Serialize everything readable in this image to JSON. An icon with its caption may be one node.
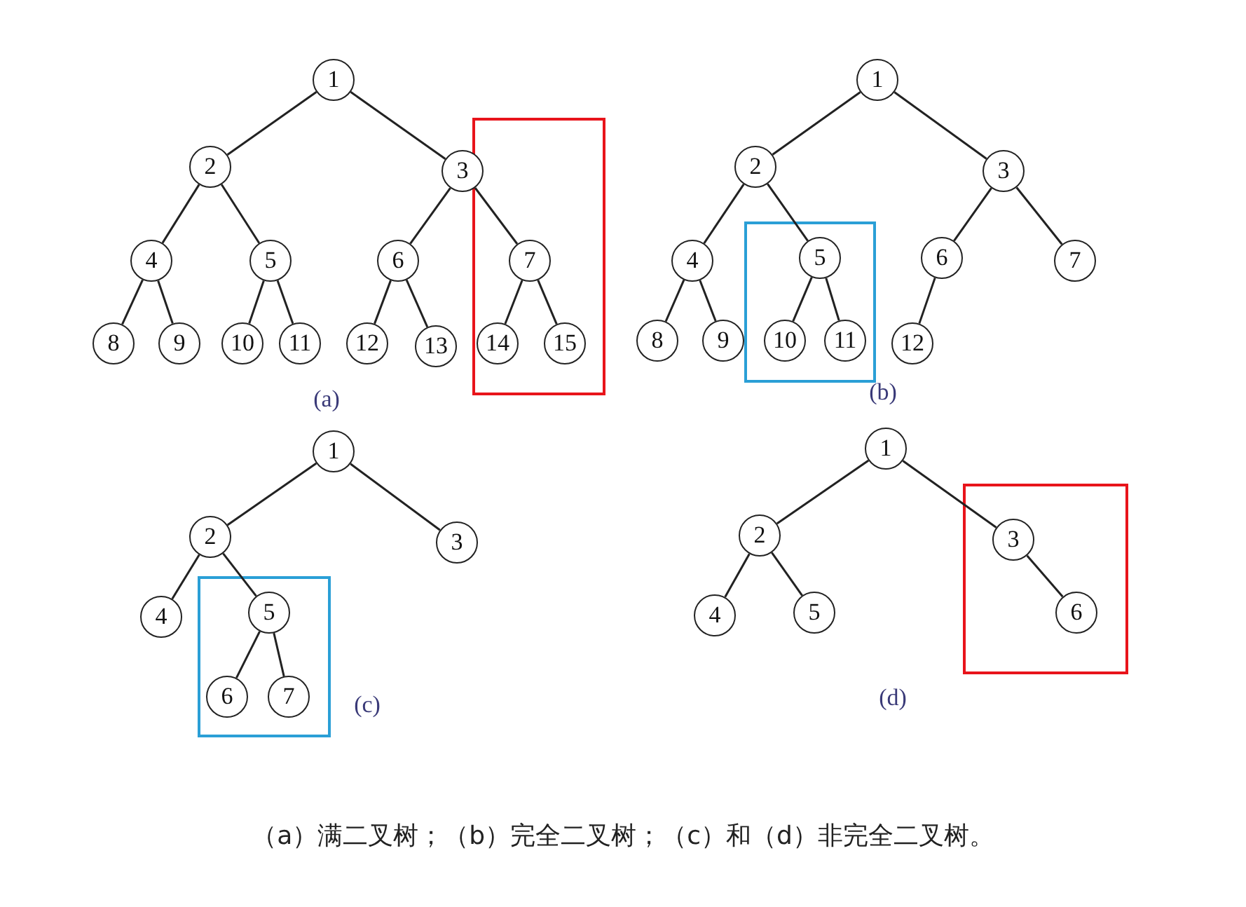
{
  "diagram": {
    "caption": "（a）满二叉树；（b）完全二叉树；（c）和（d）非完全二叉树。",
    "nodes": [
      {
        "text": [
          "1"
        ]
      },
      {
        "text": [
          "2"
        ]
      },
      {
        "text": [
          "3"
        ]
      },
      {
        "text": [
          "4"
        ]
      },
      {
        "text": [
          "5"
        ]
      },
      {
        "text": [
          "6"
        ]
      },
      {
        "text": [
          "7"
        ]
      },
      {
        "text": [
          "8"
        ]
      },
      {
        "text": [
          "9"
        ]
      },
      {
        "text": [
          "10"
        ]
      },
      {
        "text": [
          "11"
        ]
      },
      {
        "text": [
          "12"
        ]
      },
      {
        "text": [
          "13"
        ]
      },
      {
        "text": [
          "14"
        ]
      },
      {
        "text": [
          "15"
        ]
      },
      {
        "text": [
          "1"
        ]
      },
      {
        "text": [
          "2"
        ]
      },
      {
        "text": [
          "3"
        ]
      },
      {
        "text": [
          "4"
        ]
      },
      {
        "text": [
          "5"
        ]
      },
      {
        "text": [
          "6"
        ]
      },
      {
        "text": [
          "7"
        ]
      },
      {
        "text": [
          "8"
        ]
      },
      {
        "text": [
          "9"
        ]
      },
      {
        "text": [
          "10"
        ]
      },
      {
        "text": [
          "11"
        ]
      },
      {
        "text": [
          "12"
        ]
      },
      {
        "text": [
          "1"
        ]
      },
      {
        "text": [
          "2"
        ]
      },
      {
        "text": [
          "3"
        ]
      },
      {
        "text": [
          "4"
        ]
      },
      {
        "text": [
          "5"
        ]
      },
      {
        "text": [
          "6"
        ]
      },
      {
        "text": [
          "7"
        ]
      },
      {
        "text": [
          "1"
        ]
      },
      {
        "text": [
          "2"
        ]
      },
      {
        "text": [
          "3"
        ]
      },
      {
        "text": [
          "4"
        ]
      },
      {
        "text": [
          "5"
        ]
      },
      {
        "text": [
          "6"
        ]
      }
    ],
    "edges": [
      {
        "from": 0,
        "to": 1,
        "arrow": "none"
      },
      {
        "from": 0,
        "to": 2,
        "arrow": "none"
      },
      {
        "from": 1,
        "to": 3,
        "arrow": "none"
      },
      {
        "from": 1,
        "to": 4,
        "arrow": "none"
      },
      {
        "from": 2,
        "to": 5,
        "arrow": "none"
      },
      {
        "from": 2,
        "to": 6,
        "arrow": "none"
      },
      {
        "from": 3,
        "to": 7,
        "arrow": "none"
      },
      {
        "from": 3,
        "to": 8,
        "arrow": "none"
      },
      {
        "from": 4,
        "to": 9,
        "arrow": "none"
      },
      {
        "from": 4,
        "to": 10,
        "arrow": "none"
      },
      {
        "from": 5,
        "to": 11,
        "arrow": "none"
      },
      {
        "from": 5,
        "to": 12,
        "arrow": "none"
      },
      {
        "from": 6,
        "to": 13,
        "arrow": "none"
      },
      {
        "from": 6,
        "to": 14,
        "arrow": "none"
      },
      {
        "from": 15,
        "to": 16,
        "arrow": "none"
      },
      {
        "from": 15,
        "to": 17,
        "arrow": "none"
      },
      {
        "from": 16,
        "to": 18,
        "arrow": "none"
      },
      {
        "from": 16,
        "to": 19,
        "arrow": "none"
      },
      {
        "from": 17,
        "to": 20,
        "arrow": "none"
      },
      {
        "from": 17,
        "to": 21,
        "arrow": "none"
      },
      {
        "from": 18,
        "to": 22,
        "arrow": "none"
      },
      {
        "from": 18,
        "to": 23,
        "arrow": "none"
      },
      {
        "from": 19,
        "to": 24,
        "arrow": "none"
      },
      {
        "from": 19,
        "to": 25,
        "arrow": "none"
      },
      {
        "from": 20,
        "to": 26,
        "arrow": "none"
      },
      {
        "from": 27,
        "to": 28,
        "arrow": "none"
      },
      {
        "from": 27,
        "to": 29,
        "arrow": "none"
      },
      {
        "from": 28,
        "to": 30,
        "arrow": "none"
      },
      {
        "from": 28,
        "to": 31,
        "arrow": "none"
      },
      {
        "from": 31,
        "to": 32,
        "arrow": "none"
      },
      {
        "from": 31,
        "to": 33,
        "arrow": "none"
      },
      {
        "from": 34,
        "to": 35,
        "arrow": "none"
      },
      {
        "from": 34,
        "to": 36,
        "arrow": "none"
      },
      {
        "from": 35,
        "to": 37,
        "arrow": "none"
      },
      {
        "from": 35,
        "to": 38,
        "arrow": "none"
      },
      {
        "from": 36,
        "to": 39,
        "arrow": "none"
      }
    ],
    "labels": [
      "(a)",
      "(b)",
      "(c)",
      "(d)"
    ]
  }
}
